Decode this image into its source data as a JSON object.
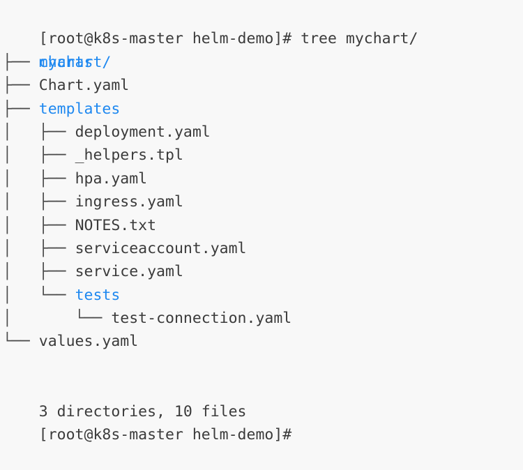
{
  "terminal": {
    "background_color": "#f8f8f8",
    "text_color": "#3b3b3b",
    "directory_color": "#1e88f0",
    "connector_color": "#4a4a4a",
    "prompt": "[root@k8s-master helm-demo]#",
    "command": " tree mychart/",
    "final_prompt": "[root@k8s-master helm-demo]#",
    "summary": "3 directories, 10 files",
    "root": "mychart/",
    "entries": [
      {
        "connector": "├── ",
        "name": "charts",
        "kind": "dir"
      },
      {
        "connector": "├── ",
        "name": "Chart.yaml",
        "kind": "file"
      },
      {
        "connector": "├── ",
        "name": "templates",
        "kind": "dir"
      },
      {
        "connector": "│   ├── ",
        "name": "deployment.yaml",
        "kind": "file"
      },
      {
        "connector": "│   ├── ",
        "name": "_helpers.tpl",
        "kind": "file"
      },
      {
        "connector": "│   ├── ",
        "name": "hpa.yaml",
        "kind": "file"
      },
      {
        "connector": "│   ├── ",
        "name": "ingress.yaml",
        "kind": "file"
      },
      {
        "connector": "│   ├── ",
        "name": "NOTES.txt",
        "kind": "file"
      },
      {
        "connector": "│   ├── ",
        "name": "serviceaccount.yaml",
        "kind": "file"
      },
      {
        "connector": "│   ├── ",
        "name": "service.yaml",
        "kind": "file"
      },
      {
        "connector": "│   └── ",
        "name": "tests",
        "kind": "dir"
      },
      {
        "connector": "│       └── ",
        "name": "test-connection.yaml",
        "kind": "file"
      },
      {
        "connector": "└── ",
        "name": "values.yaml",
        "kind": "file"
      }
    ]
  }
}
